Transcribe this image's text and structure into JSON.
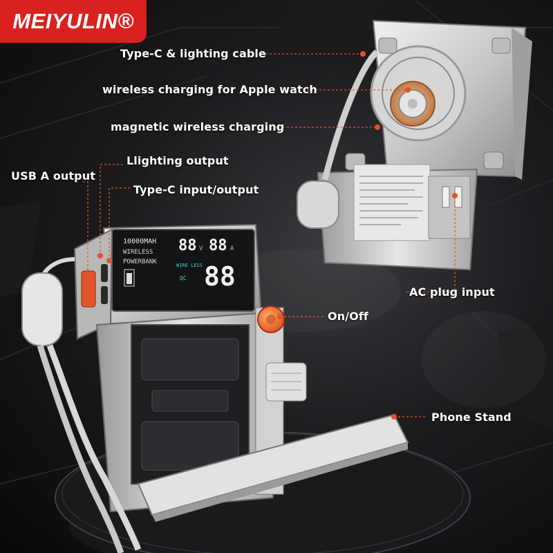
{
  "brand": {
    "name": "MEIYULIN®",
    "color": "#d9211f"
  },
  "callout_color": "#e0552a",
  "labels": {
    "typec_lighting_cable": "Type-C & lighting cable",
    "wireless_apple_watch": "wireless charging for Apple watch",
    "magnetic_wireless": "magnetic wireless charging",
    "usb_a_output": "USB A output",
    "lighting_output": "Llighting output",
    "typec_io": "Type-C input/output",
    "ac_plug_input": "AC plug input",
    "on_off": "On/Off",
    "phone_stand": "Phone Stand"
  },
  "display": {
    "capacity": "10000MAH",
    "line2": "WIRELESS",
    "line3": "POWERBANK",
    "digits_top": "88",
    "digits_top2": "88",
    "unit_v": "V",
    "unit_a": "A",
    "wireless_tag": "WIRE LESS",
    "qc_tag": "QC",
    "digits_big": "88"
  }
}
